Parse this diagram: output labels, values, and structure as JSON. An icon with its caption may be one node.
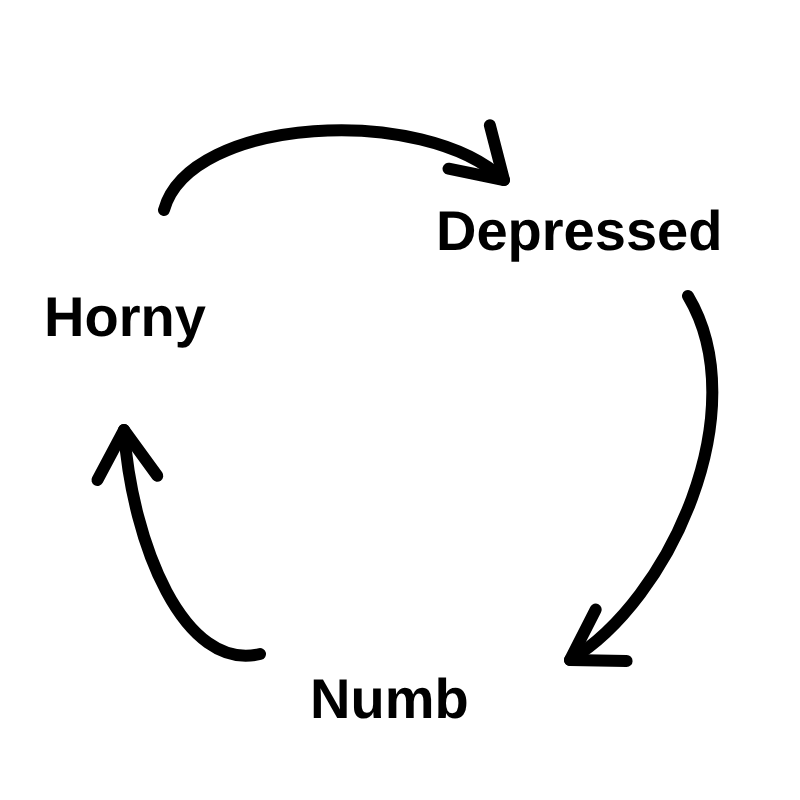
{
  "diagram": {
    "nodes": [
      {
        "text": [
          "Horny"
        ]
      },
      {
        "text": [
          "Depressed"
        ]
      },
      {
        "text": [
          "Numb"
        ]
      }
    ],
    "edges": [
      {
        "from": 0,
        "to": 1,
        "arrow": "to"
      },
      {
        "from": 1,
        "to": 2,
        "arrow": "to"
      },
      {
        "from": 2,
        "to": 0,
        "arrow": "to"
      }
    ]
  }
}
